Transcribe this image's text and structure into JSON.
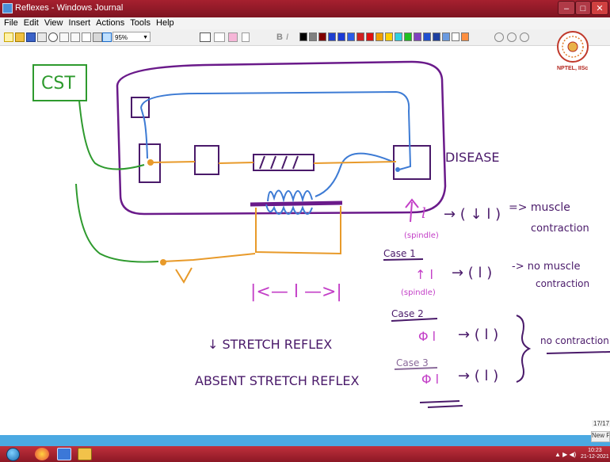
{
  "window": {
    "title": "Reflexes - Windows Journal",
    "min_glyph": "–",
    "max_glyph": "□",
    "close_glyph": "✕"
  },
  "menu": [
    "File",
    "Edit",
    "View",
    "Insert",
    "Actions",
    "Tools",
    "Help"
  ],
  "toolbar": {
    "zoom_value": "95%",
    "pen_colors": [
      "#000000",
      "#808080",
      "#800000",
      "#1f3fd0",
      "#1a3ad6",
      "#2a5ce8",
      "#d02020",
      "#e01010",
      "#f0a000",
      "#ffd000",
      "#30d0e0",
      "#20c020",
      "#8040c0",
      "#2050d0",
      "#1e40a0",
      "#6a9ae0",
      "#ffffff",
      "#fe8f40"
    ]
  },
  "logo": {
    "caption": "NPTEL, IISc"
  },
  "page": {
    "indicator": "17/17",
    "new_page": "New Pa"
  },
  "taskbar": {
    "time": "10:23",
    "date": "21-12-2021"
  },
  "handwriting": {
    "cst": "CST",
    "disease": "DISEASE",
    "muscle_contraction": "=> muscle",
    "contraction_1": "contraction",
    "spindle_1": "(spindle)",
    "case1": "Case 1",
    "spindle_2": "(spindle)",
    "no_muscle": "-> no muscle",
    "contraction_2": "contraction",
    "case2": "Case 2",
    "no_contraction": "no contraction",
    "case3": "Case 3",
    "length_bracket": "|<— l —>|",
    "stretch_reflex": "↓ STRETCH REFLEX",
    "absent_stretch_reflex": "ABSENT STRETCH REFLEX"
  },
  "colors": {
    "title_red": "#8f1a27",
    "status_blue": "#4ba9e2",
    "ink_purple": "#6a1a8a",
    "ink_blue": "#3d7bd4",
    "ink_orange": "#e89a2a",
    "ink_green": "#2e9a2e",
    "ink_magenta": "#c33fc7",
    "ink_darkpurple": "#4a1a6a"
  }
}
